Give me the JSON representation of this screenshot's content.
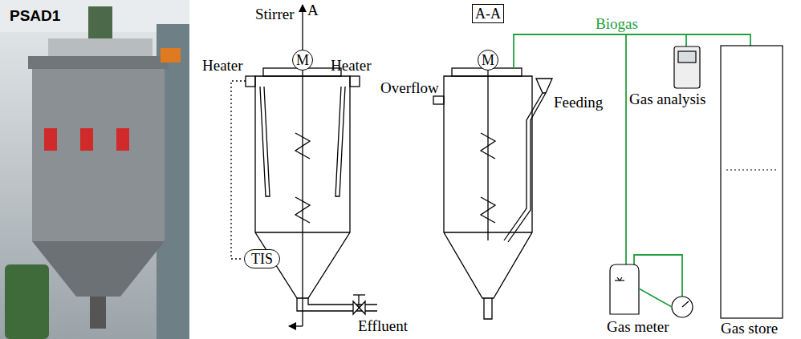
{
  "diagram": {
    "nodes": [
      {
        "text": [
          "M"
        ]
      },
      {
        "text": [
          "TIS"
        ]
      },
      {
        "text": [
          "A-A"
        ]
      },
      {
        "text": [
          "M"
        ]
      }
    ],
    "labels": [
      "PSAD1",
      "Stirrer",
      "A",
      "Heater",
      "Heater",
      "Effluent",
      "Overflow",
      "Feeding",
      "Biogas",
      "Gas analysis",
      "Gas meter",
      "Gas store"
    ]
  }
}
